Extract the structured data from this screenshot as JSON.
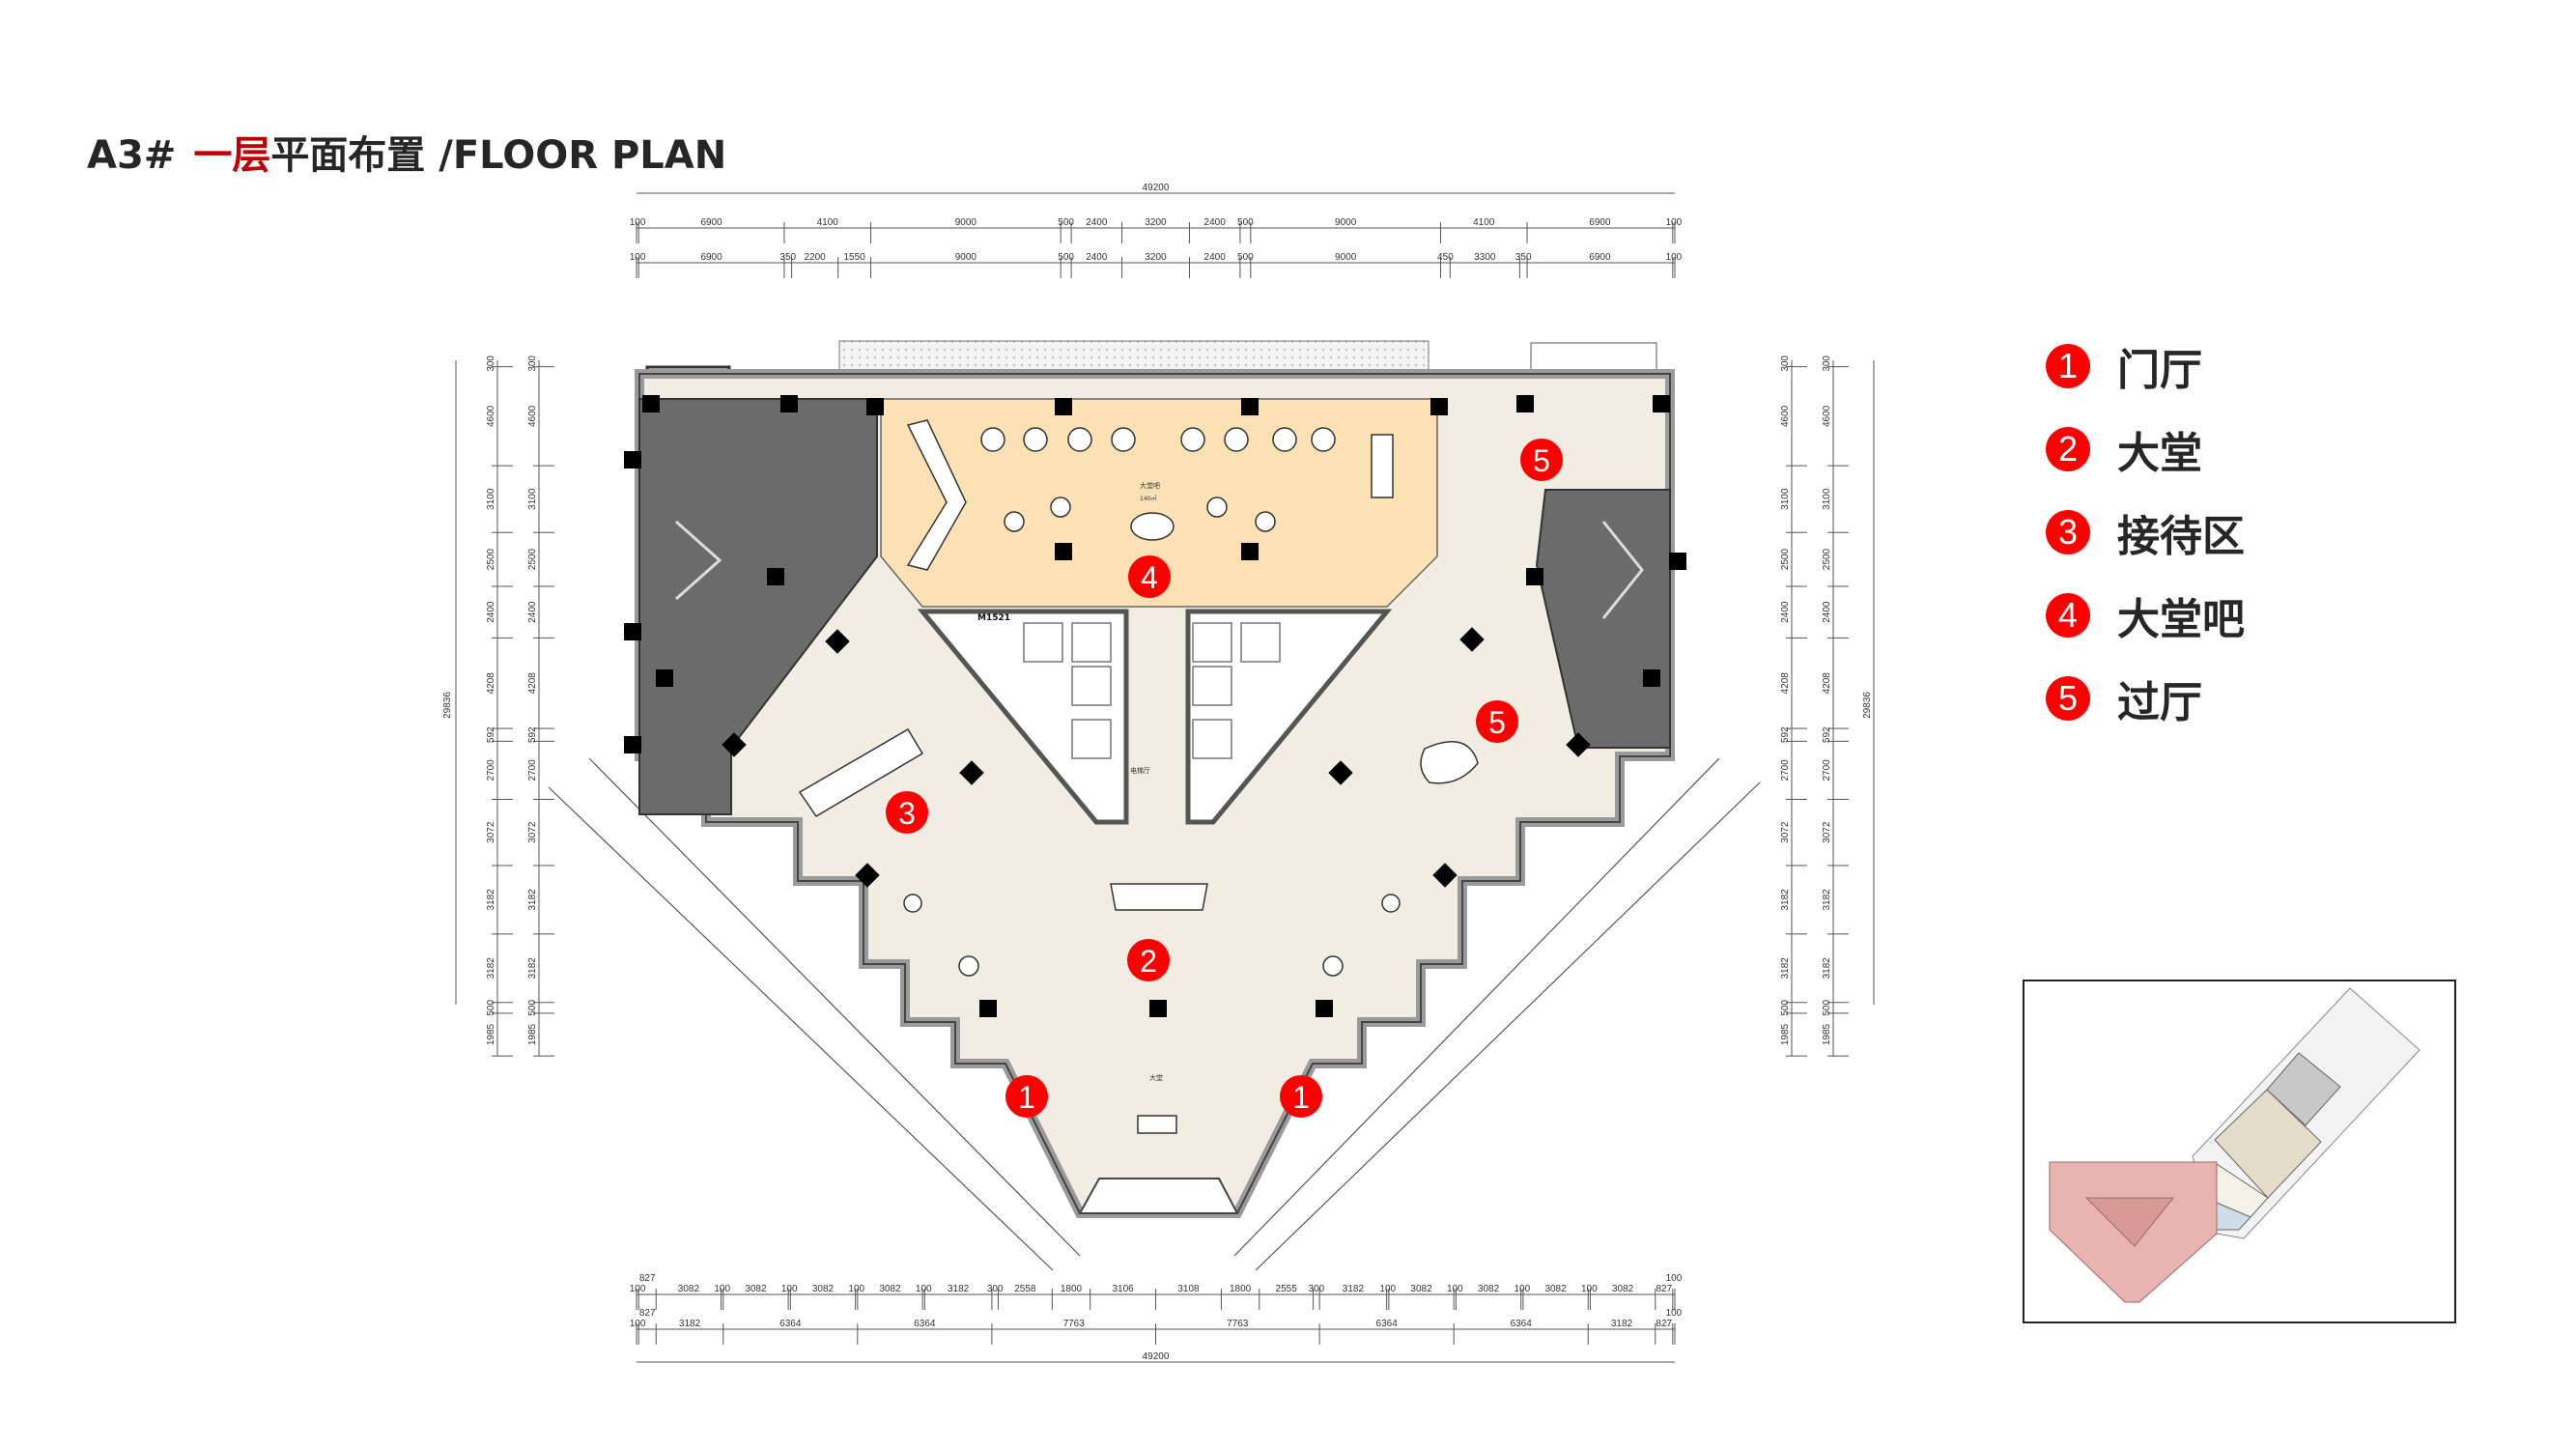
{
  "title": {
    "prefix": "A3#",
    "highlight": "一层",
    "main": "平面布置 /FLOOR PLAN"
  },
  "legend": [
    {
      "num": "1",
      "label": "门厅"
    },
    {
      "num": "2",
      "label": "大堂"
    },
    {
      "num": "3",
      "label": "接待区"
    },
    {
      "num": "4",
      "label": "大堂吧"
    },
    {
      "num": "5",
      "label": "过厅"
    }
  ],
  "markers": [
    "4",
    "5",
    "5",
    "3",
    "2",
    "1",
    "1"
  ],
  "plan_labels": {
    "door": "M1521",
    "bar": "大堂吧",
    "bar_area": "140㎡",
    "elevator": "电梯厅",
    "lobby": "大堂"
  },
  "dims": {
    "top_total": "49200",
    "top_row1": [
      "100",
      "6900",
      "4100",
      "9000",
      "500",
      "2400",
      "3200",
      "2400",
      "500",
      "9000",
      "4100",
      "6900",
      "100"
    ],
    "top_row2": [
      "100",
      "6900",
      "350",
      "2200",
      "1550",
      "9000",
      "500",
      "2400",
      "3200",
      "2400",
      "500",
      "9000",
      "450",
      "3300",
      "350",
      "6900",
      "100"
    ],
    "bottom_row1": [
      "100",
      "827",
      "3082",
      "100",
      "3082",
      "100",
      "3082",
      "100",
      "3082",
      "100",
      "3182",
      "300",
      "2558",
      "1800",
      "3106",
      "3108",
      "1800",
      "2555",
      "300",
      "3182",
      "100",
      "3082",
      "100",
      "3082",
      "100",
      "3082",
      "100",
      "3082",
      "827",
      "100"
    ],
    "bottom_row2": [
      "100",
      "827",
      "3182",
      "6364",
      "6364",
      "7763",
      "7763",
      "6364",
      "6364",
      "3182",
      "827",
      "100"
    ],
    "bottom_total": "49200",
    "side": [
      "300",
      "4600",
      "3100",
      "2500",
      "2400",
      "4208",
      "592",
      "2700",
      "3072",
      "3182",
      "3182",
      "500",
      "1985"
    ],
    "side_total": "29836"
  },
  "colors": {
    "accent": "#c00000",
    "marker": "#ff0000",
    "bar": "#fbe1b4",
    "floor": "#f1ede2",
    "dark": "#6b6b6b"
  }
}
